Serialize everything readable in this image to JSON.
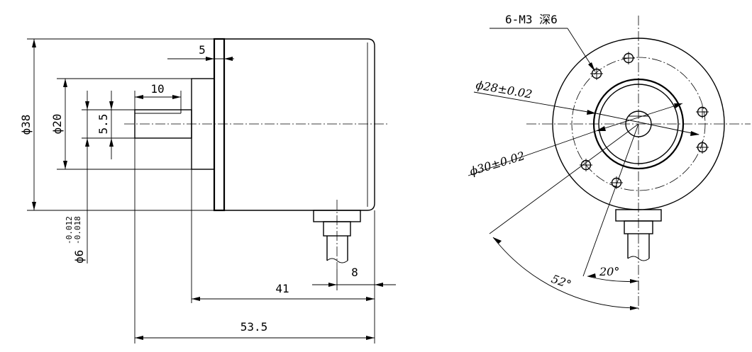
{
  "side_view": {
    "dim_body_diameter": "ϕ38",
    "dim_flange_diameter": "ϕ20",
    "dim_shaft_flat": "5.5",
    "dim_flat_length": "10",
    "dim_flange_thickness": "5",
    "dim_shaft_diameter": "ϕ6",
    "dim_shaft_tol_upper": "-0.012",
    "dim_shaft_tol_lower": "-0.018",
    "dim_body_length": "41",
    "dim_cable_offset": "8",
    "dim_total_length": "53.5"
  },
  "front_view": {
    "callout_holes": "6-M3 深6",
    "dim_pcd_inner": "ϕ28±0.02",
    "dim_pcd_outer": "ϕ30±0.02",
    "dim_angle_small": "20°",
    "dim_angle_large": "52°"
  }
}
